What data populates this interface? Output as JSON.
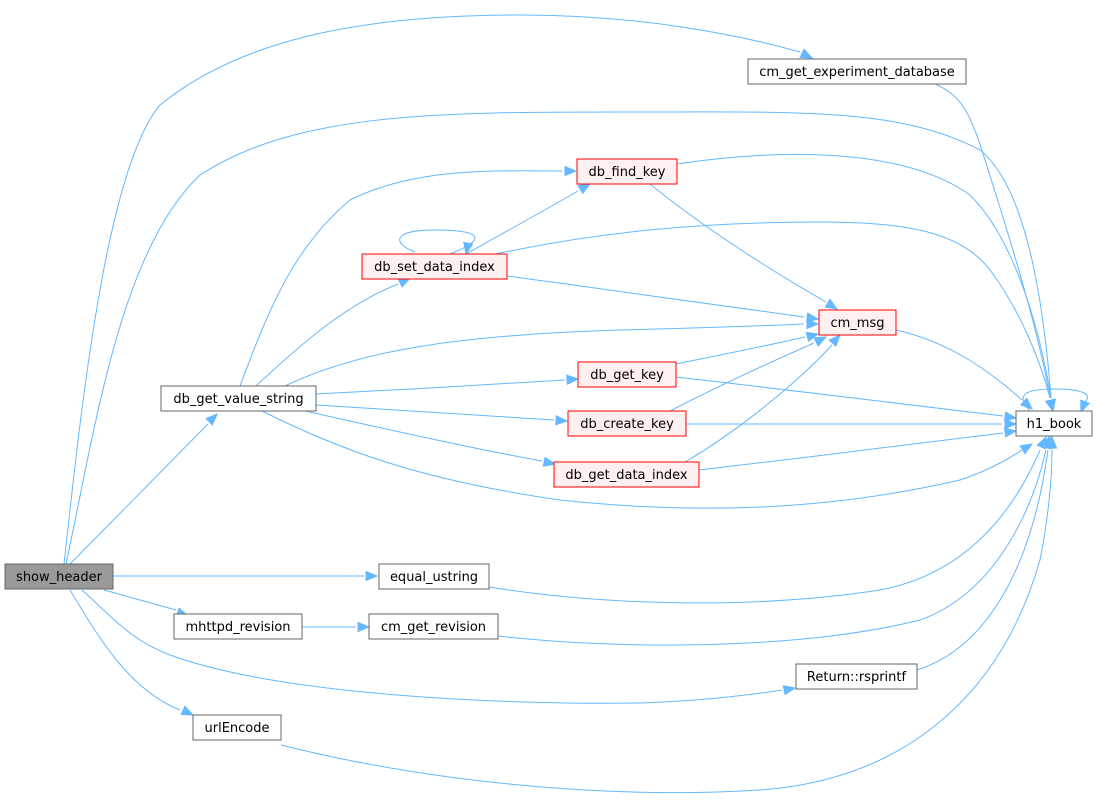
{
  "diagram": {
    "nodes": [
      {
        "id": "show_header",
        "label": "show_header",
        "style": "current"
      },
      {
        "id": "cm_get_experiment_database",
        "label": "cm_get_experiment_database",
        "style": "plain"
      },
      {
        "id": "db_find_key",
        "label": "db_find_key",
        "style": "red"
      },
      {
        "id": "db_set_data_index",
        "label": "db_set_data_index",
        "style": "red"
      },
      {
        "id": "cm_msg",
        "label": "cm_msg",
        "style": "red"
      },
      {
        "id": "db_get_key",
        "label": "db_get_key",
        "style": "red"
      },
      {
        "id": "db_get_value_string",
        "label": "db_get_value_string",
        "style": "plain"
      },
      {
        "id": "db_create_key",
        "label": "db_create_key",
        "style": "red"
      },
      {
        "id": "h1_book",
        "label": "h1_book",
        "style": "plain"
      },
      {
        "id": "db_get_data_index",
        "label": "db_get_data_index",
        "style": "red"
      },
      {
        "id": "equal_ustring",
        "label": "equal_ustring",
        "style": "plain"
      },
      {
        "id": "mhttpd_revision",
        "label": "mhttpd_revision",
        "style": "plain"
      },
      {
        "id": "cm_get_revision",
        "label": "cm_get_revision",
        "style": "plain"
      },
      {
        "id": "Return_rsprintf",
        "label": "Return::rsprintf",
        "style": "plain"
      },
      {
        "id": "urlEncode",
        "label": "urlEncode",
        "style": "plain"
      }
    ],
    "edges": [
      {
        "from": "show_header",
        "to": "cm_get_experiment_database"
      },
      {
        "from": "show_header",
        "to": "h1_book"
      },
      {
        "from": "show_header",
        "to": "db_get_value_string"
      },
      {
        "from": "show_header",
        "to": "equal_ustring"
      },
      {
        "from": "show_header",
        "to": "mhttpd_revision"
      },
      {
        "from": "show_header",
        "to": "Return_rsprintf"
      },
      {
        "from": "show_header",
        "to": "urlEncode"
      },
      {
        "from": "cm_get_experiment_database",
        "to": "h1_book"
      },
      {
        "from": "db_get_value_string",
        "to": "db_find_key"
      },
      {
        "from": "db_get_value_string",
        "to": "db_set_data_index"
      },
      {
        "from": "db_get_value_string",
        "to": "cm_msg"
      },
      {
        "from": "db_get_value_string",
        "to": "db_get_key"
      },
      {
        "from": "db_get_value_string",
        "to": "db_create_key"
      },
      {
        "from": "db_get_value_string",
        "to": "db_get_data_index"
      },
      {
        "from": "db_get_value_string",
        "to": "h1_book"
      },
      {
        "from": "db_find_key",
        "to": "cm_msg"
      },
      {
        "from": "db_find_key",
        "to": "h1_book"
      },
      {
        "from": "db_set_data_index",
        "to": "db_find_key"
      },
      {
        "from": "db_set_data_index",
        "to": "db_set_data_index"
      },
      {
        "from": "db_set_data_index",
        "to": "cm_msg"
      },
      {
        "from": "db_set_data_index",
        "to": "h1_book"
      },
      {
        "from": "cm_msg",
        "to": "h1_book"
      },
      {
        "from": "db_get_key",
        "to": "cm_msg"
      },
      {
        "from": "db_get_key",
        "to": "h1_book"
      },
      {
        "from": "db_create_key",
        "to": "cm_msg"
      },
      {
        "from": "db_create_key",
        "to": "h1_book"
      },
      {
        "from": "db_get_data_index",
        "to": "cm_msg"
      },
      {
        "from": "db_get_data_index",
        "to": "h1_book"
      },
      {
        "from": "h1_book",
        "to": "h1_book"
      },
      {
        "from": "equal_ustring",
        "to": "h1_book"
      },
      {
        "from": "mhttpd_revision",
        "to": "cm_get_revision"
      },
      {
        "from": "cm_get_revision",
        "to": "h1_book"
      },
      {
        "from": "Return_rsprintf",
        "to": "h1_book"
      },
      {
        "from": "urlEncode",
        "to": "h1_book"
      }
    ],
    "colors": {
      "edge": "#63b8ff",
      "plain_fill": "#ffffff",
      "plain_border": "#666666",
      "red_fill": "#fff0f0",
      "red_border": "#ff0000",
      "current_fill": "#999999"
    }
  }
}
